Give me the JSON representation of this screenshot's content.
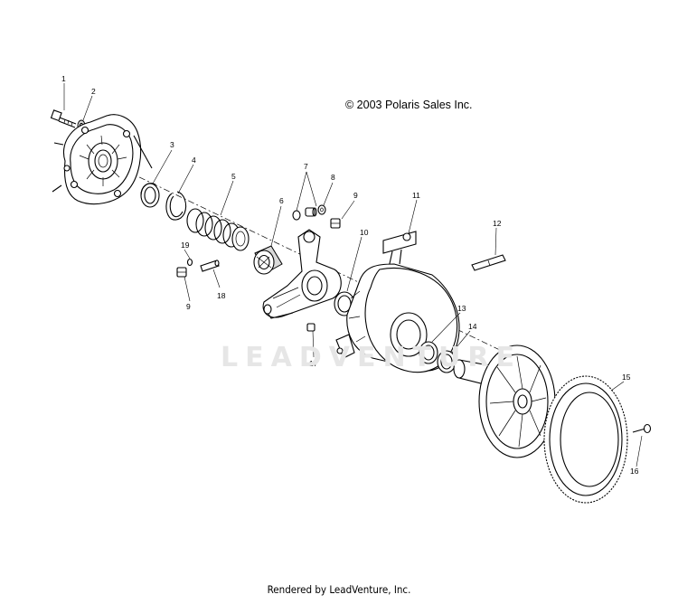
{
  "copyright": "© 2003 Polaris Sales Inc.",
  "footer": "Rendered by LeadVenture, Inc.",
  "watermark": "LEADVENTURE",
  "callouts": [
    {
      "id": "c1",
      "label": "1"
    },
    {
      "id": "c2",
      "label": "2"
    },
    {
      "id": "c3",
      "label": "3"
    },
    {
      "id": "c4",
      "label": "4"
    },
    {
      "id": "c5",
      "label": "5"
    },
    {
      "id": "c6",
      "label": "6"
    },
    {
      "id": "c7",
      "label": "7"
    },
    {
      "id": "c8",
      "label": "8"
    },
    {
      "id": "c9a",
      "label": "9"
    },
    {
      "id": "c9b",
      "label": "9"
    },
    {
      "id": "c10",
      "label": "10"
    },
    {
      "id": "c11",
      "label": "11"
    },
    {
      "id": "c12",
      "label": "12"
    },
    {
      "id": "c13",
      "label": "13"
    },
    {
      "id": "c14",
      "label": "14"
    },
    {
      "id": "c15",
      "label": "15"
    },
    {
      "id": "c16",
      "label": "16"
    },
    {
      "id": "c17",
      "label": "17"
    },
    {
      "id": "c18",
      "label": "18"
    },
    {
      "id": "c19",
      "label": "19"
    }
  ]
}
